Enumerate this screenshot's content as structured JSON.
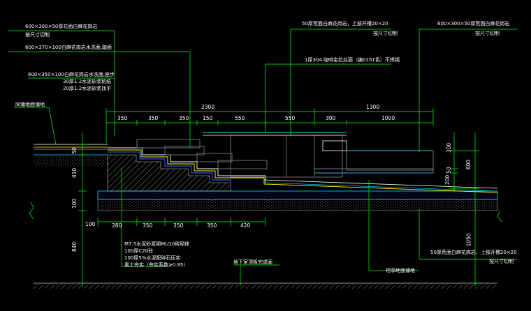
{
  "colors": {
    "background": "#000000",
    "leader": "#00ff00",
    "dimension": "#00ff00",
    "paving": "#00d7ff",
    "stone": "#8a8a8a",
    "layer_white": "#ffffff",
    "screed": "#ffff00",
    "concrete": "#0000ff",
    "brick_hatch": "#c8c8c8",
    "text": "#ffffff"
  },
  "notes": {
    "top_left_1a": "600×300×50厚花面白麻花岗岩",
    "top_left_1b": "按尺寸切制",
    "top_left_2": "600×370×100白麻花岗岩水洗面,踏面",
    "left_3a": "600×350×100白麻花岗岩水洗面,座步",
    "left_3b": "30厚1:2水泥砂浆粘结",
    "left_3c": "20厚1:2水泥砂浆找平",
    "left_4": "同铺地面铺地",
    "top_mid_1a": "50厚荒面白麻花岗岩，上部开槽20×20",
    "top_mid_1b": "按尺寸切制",
    "top_mid_2": "1厚304 咖啡金拉丝面（编0151色）不锈钢",
    "top_right_1a": "600×300×50厚荒面白麻花岗岩",
    "top_right_1b": "按尺寸切制",
    "bottom_1": "M7.5水泥砂浆砌MU10砖砌体",
    "bottom_2": "100厚C20砼",
    "bottom_3": "100厚5%水泥配碎石压实",
    "bottom_4": "素土夯实（夯实系数≥0.95）",
    "bottom_mid": "地下室顶板完成面",
    "bottom_right_1": "相邻地面铺地",
    "bottom_right_2a": "50厚荒面白麻花岗岩，上部开槽20×20",
    "bottom_right_2b": "按尺寸切制"
  },
  "dims_top": {
    "overall_left": "2300",
    "overall_right": "1300",
    "d1": "350",
    "d2": "350",
    "d3": "350",
    "d4": "150",
    "d5": "550",
    "d6": "550",
    "d7": "300",
    "d8": "1000"
  },
  "dims_bottom": {
    "d0": "100",
    "d1": "280",
    "d2": "350",
    "d3": "350",
    "d4": "350",
    "d5": "420"
  },
  "dims_left": {
    "a": "50",
    "b": "410",
    "c": "100",
    "d": "840"
  },
  "dims_right": {
    "a": "300",
    "b": "600",
    "c": "50",
    "d": "200",
    "e": "1050"
  }
}
